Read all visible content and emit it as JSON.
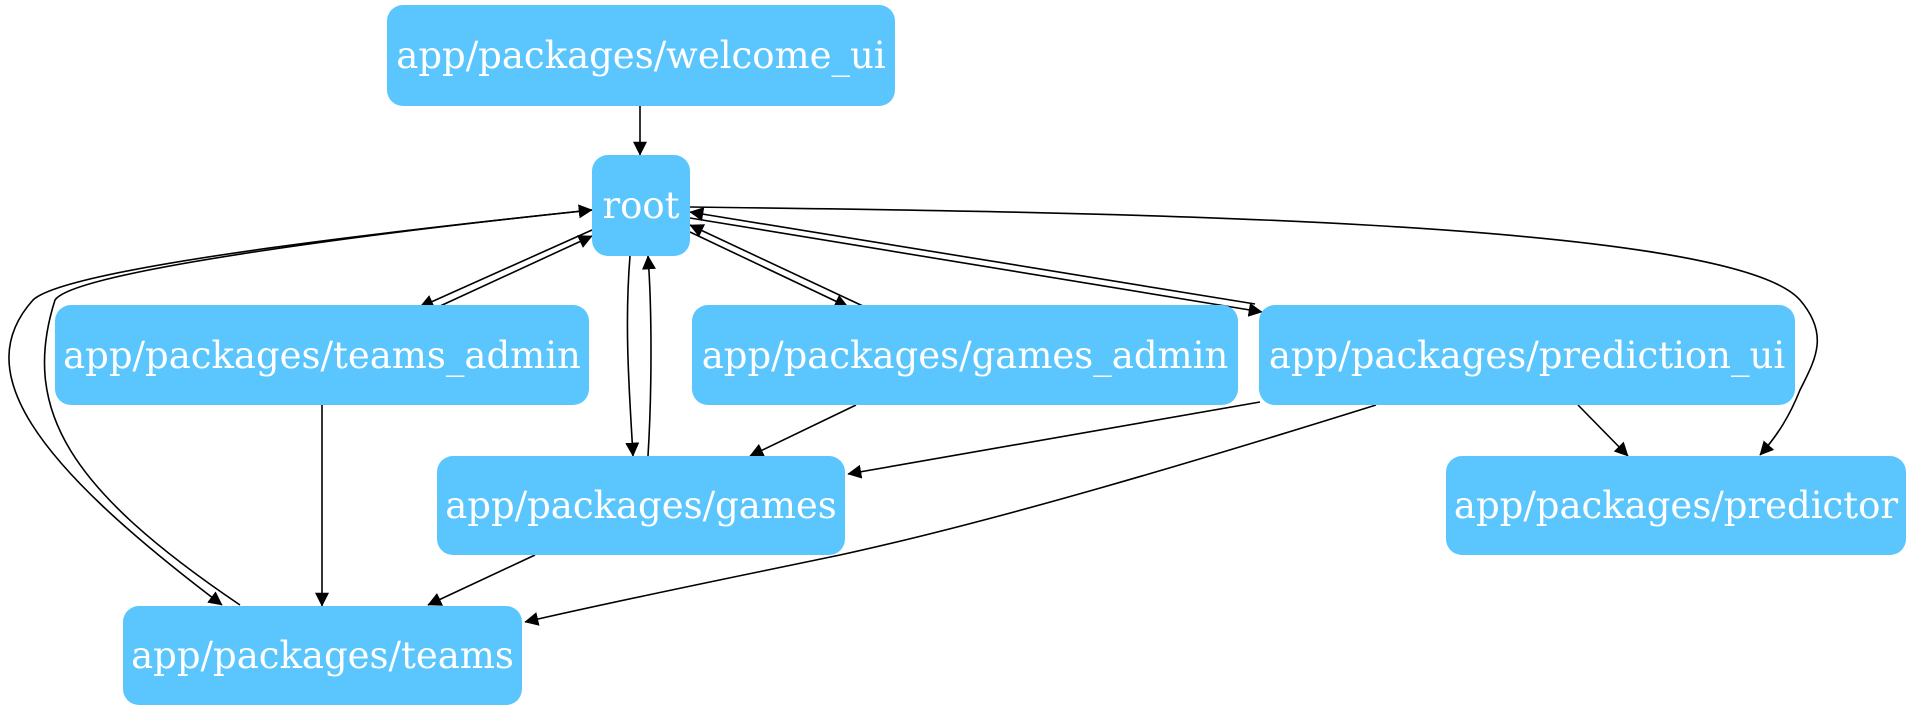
{
  "diagram": {
    "node_fill": "#5bc6fd",
    "label_color": "#ffffff",
    "edge_color": "#000000",
    "nodes": {
      "welcome_ui": {
        "label": "app/packages/welcome_ui"
      },
      "root": {
        "label": "root"
      },
      "teams_admin": {
        "label": "app/packages/teams_admin"
      },
      "games_admin": {
        "label": "app/packages/games_admin"
      },
      "prediction_ui": {
        "label": "app/packages/prediction_ui"
      },
      "games": {
        "label": "app/packages/games"
      },
      "predictor": {
        "label": "app/packages/predictor"
      },
      "teams": {
        "label": "app/packages/teams"
      }
    },
    "edges": [
      {
        "from": "welcome_ui",
        "to": "root"
      },
      {
        "from": "root",
        "to": "teams_admin"
      },
      {
        "from": "teams_admin",
        "to": "root"
      },
      {
        "from": "root",
        "to": "games"
      },
      {
        "from": "games",
        "to": "root"
      },
      {
        "from": "root",
        "to": "games_admin"
      },
      {
        "from": "games_admin",
        "to": "root"
      },
      {
        "from": "root",
        "to": "prediction_ui"
      },
      {
        "from": "prediction_ui",
        "to": "root"
      },
      {
        "from": "root",
        "to": "predictor"
      },
      {
        "from": "root",
        "to": "teams"
      },
      {
        "from": "teams",
        "to": "root"
      },
      {
        "from": "teams_admin",
        "to": "teams"
      },
      {
        "from": "games_admin",
        "to": "games"
      },
      {
        "from": "prediction_ui",
        "to": "games"
      },
      {
        "from": "prediction_ui",
        "to": "predictor"
      },
      {
        "from": "prediction_ui",
        "to": "teams"
      },
      {
        "from": "games",
        "to": "teams"
      }
    ]
  }
}
